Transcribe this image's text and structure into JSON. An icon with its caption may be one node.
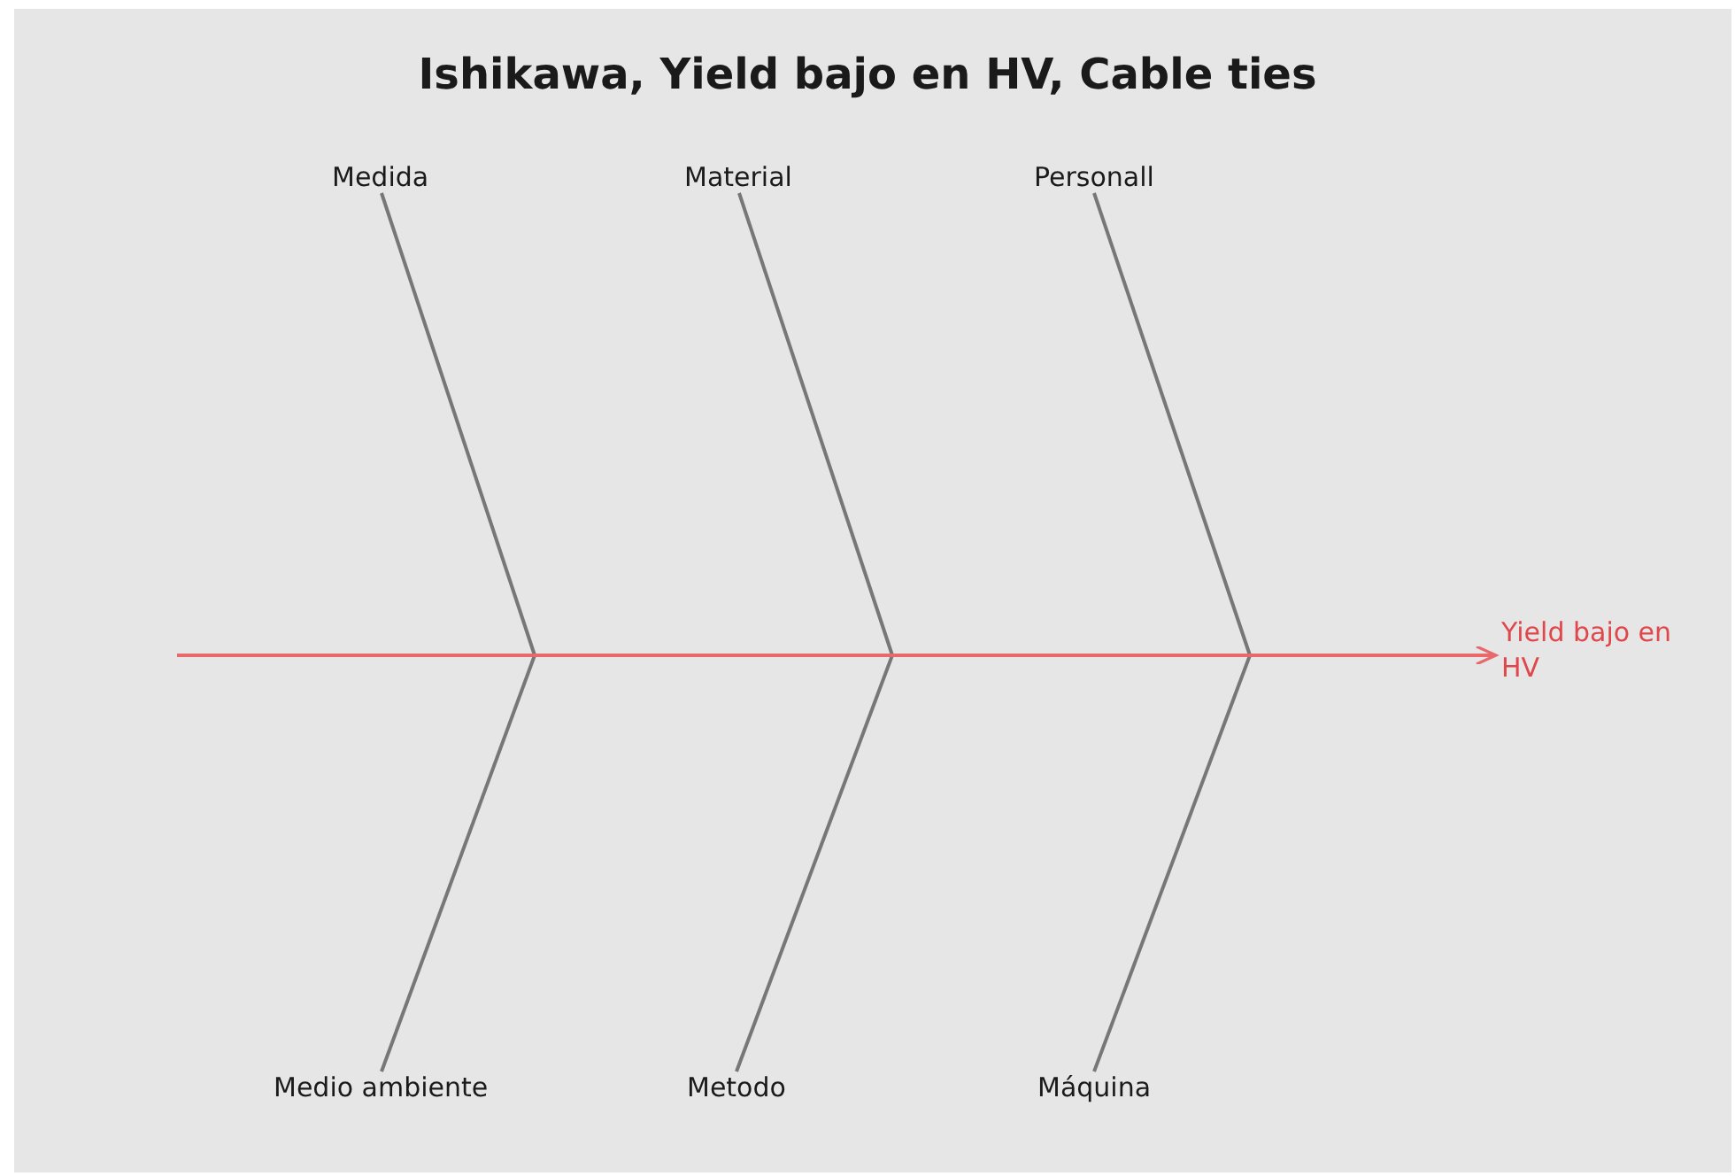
{
  "diagram": {
    "title": "Ishikawa, Yield bajo en HV, Cable ties",
    "nodes": [
      {
        "text": [
          "Medida"
        ]
      },
      {
        "text": [
          "Material"
        ]
      },
      {
        "text": [
          "Personall"
        ]
      },
      {
        "text": [
          "Medio ambiente"
        ]
      },
      {
        "text": [
          "Metodo"
        ]
      },
      {
        "text": [
          "Máquina"
        ]
      },
      {
        "text": [
          "Yield bajo en HV"
        ]
      }
    ],
    "edges": [
      {
        "from": 0,
        "to": null,
        "arrow": "none"
      },
      {
        "from": 1,
        "to": null,
        "arrow": "none"
      },
      {
        "from": 2,
        "to": null,
        "arrow": "none"
      },
      {
        "from": 3,
        "to": null,
        "arrow": "none"
      },
      {
        "from": 4,
        "to": null,
        "arrow": "none"
      },
      {
        "from": 5,
        "to": null,
        "arrow": "none"
      },
      {
        "from": null,
        "to": 6,
        "arrow": "to",
        "color": "#e8696b"
      }
    ]
  }
}
